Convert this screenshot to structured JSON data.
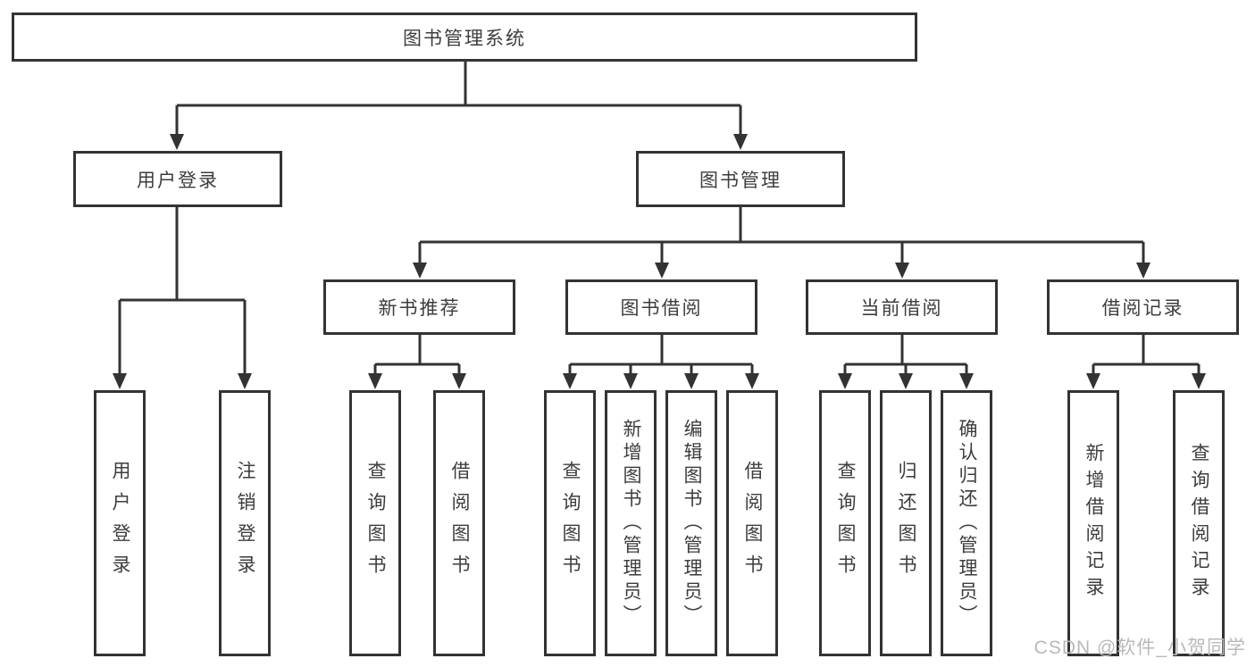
{
  "diagram": {
    "title": {
      "label": "图书管理系统"
    },
    "level2": [
      {
        "id": "user-login",
        "label": "用户登录"
      },
      {
        "id": "book-management",
        "label": "图书管理"
      }
    ],
    "level3": [
      {
        "id": "new-book-recommend",
        "label": "新书推荐",
        "parent": "图书管理"
      },
      {
        "id": "book-borrow",
        "label": "图书借阅",
        "parent": "图书管理"
      },
      {
        "id": "current-borrow",
        "label": "当前借阅",
        "parent": "图书管理"
      },
      {
        "id": "borrow-records",
        "label": "借阅记录",
        "parent": "图书管理"
      }
    ],
    "leaves": [
      {
        "id": "leaf-user-login",
        "label": "用户登录",
        "parent": "用户登录"
      },
      {
        "id": "leaf-logout",
        "label": "注销登录",
        "parent": "用户登录"
      },
      {
        "id": "leaf-query-book-1",
        "label": "查询图书",
        "parent": "新书推荐"
      },
      {
        "id": "leaf-borrow-book-1",
        "label": "借阅图书",
        "parent": "新书推荐"
      },
      {
        "id": "leaf-query-book-2",
        "label": "查询图书",
        "parent": "图书借阅"
      },
      {
        "id": "leaf-add-book",
        "label": "新增图书（管理员）",
        "parent": "图书借阅"
      },
      {
        "id": "leaf-edit-book",
        "label": "编辑图书（管理员）",
        "parent": "图书借阅"
      },
      {
        "id": "leaf-borrow-book-2",
        "label": "借阅图书",
        "parent": "图书借阅"
      },
      {
        "id": "leaf-query-book-3",
        "label": "查询图书",
        "parent": "当前借阅"
      },
      {
        "id": "leaf-return-book",
        "label": "归还图书",
        "parent": "当前借阅"
      },
      {
        "id": "leaf-confirm-return",
        "label": "确认归还（管理员）",
        "parent": "当前借阅"
      },
      {
        "id": "leaf-add-borrow-record",
        "label": "新增借阅记录",
        "parent": "借阅记录"
      },
      {
        "id": "leaf-query-borrow-record",
        "label": "查询借阅记录",
        "parent": "借阅记录"
      }
    ]
  },
  "watermark": {
    "text": "CSDN @软件_小贺同学"
  },
  "colors": {
    "line": "#333333",
    "text": "#3d3d3d",
    "background": "#ffffff",
    "watermark": "#b9b9b9"
  }
}
